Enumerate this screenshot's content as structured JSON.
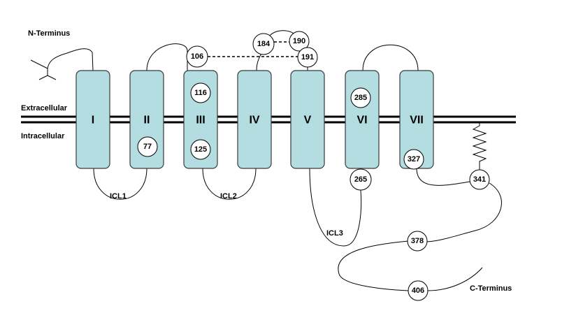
{
  "labels": {
    "n_terminus": "N-Terminus",
    "c_terminus": "C-Terminus",
    "extracellular": "Extracellular",
    "intracellular": "Intracellular",
    "icl1": "ICL1",
    "icl2": "ICL2",
    "icl3": "ICL3"
  },
  "helices": [
    "I",
    "II",
    "III",
    "IV",
    "V",
    "VI",
    "VII"
  ],
  "residues": {
    "r77": "77",
    "r106": "106",
    "r116": "116",
    "r125": "125",
    "r184": "184",
    "r190": "190",
    "r191": "191",
    "r265": "265",
    "r285": "285",
    "r327": "327",
    "r341": "341",
    "r378": "378",
    "r406": "406"
  },
  "colors": {
    "helix_fill": "#b3dde0",
    "outline": "#000000"
  }
}
